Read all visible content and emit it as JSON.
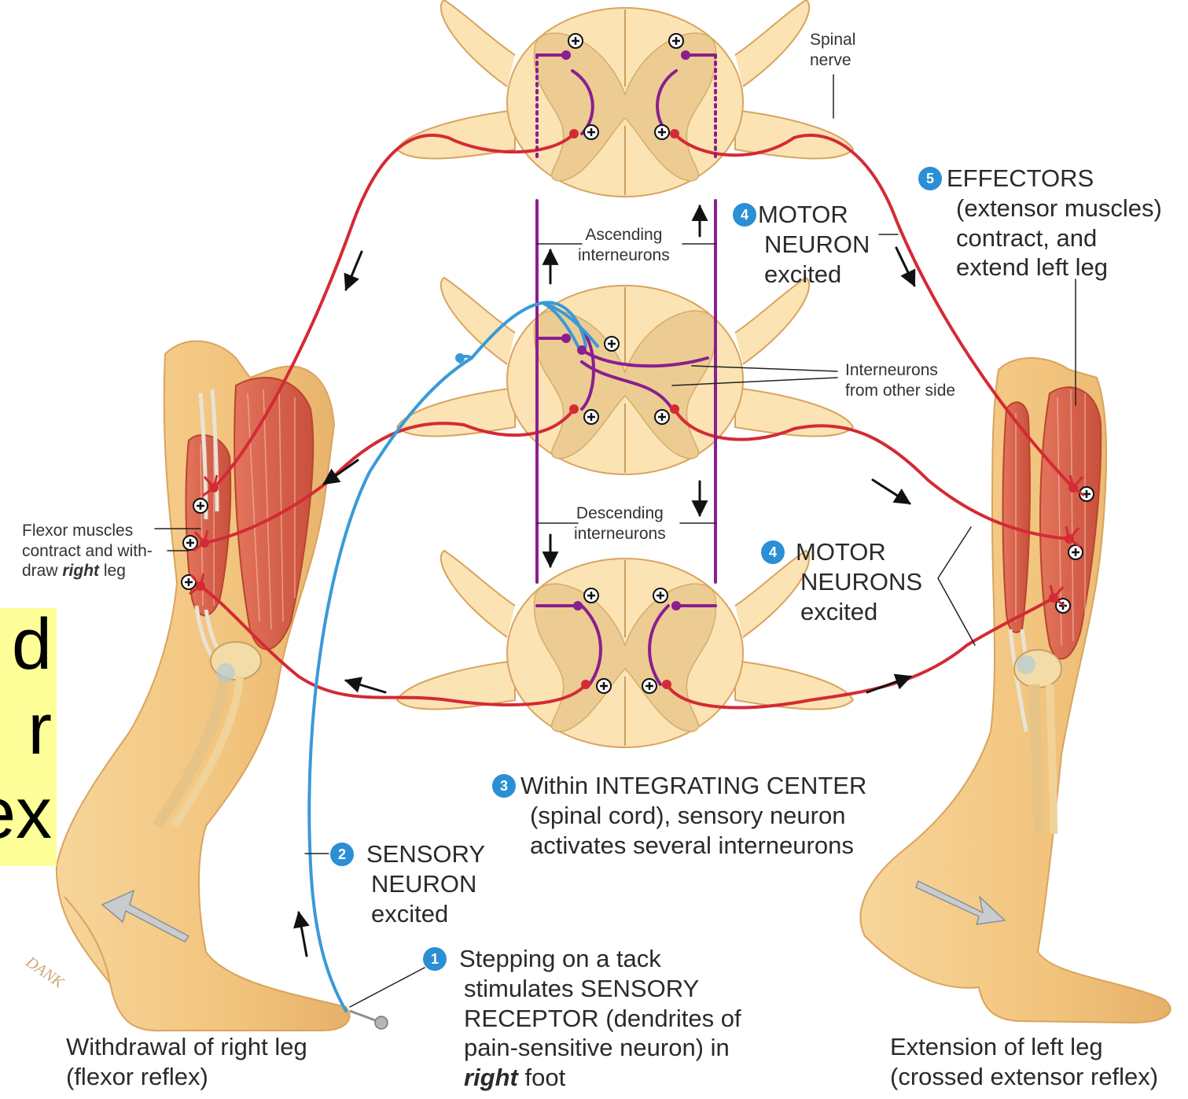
{
  "labels": {
    "spinal_nerve": [
      "Spinal",
      "nerve"
    ],
    "ascending": [
      "Ascending",
      "interneurons"
    ],
    "descending": [
      "Descending",
      "interneurons"
    ],
    "interneurons_other_side": [
      "Interneurons",
      "from other side"
    ],
    "flexor": [
      "Flexor muscles",
      "contract and with-",
      "draw ",
      "right",
      " leg"
    ],
    "step1": {
      "num": "1",
      "lines": [
        "Stepping on a tack",
        "stimulates SENSORY",
        "RECEPTOR (dendrites of",
        "pain-sensitive neuron) in"
      ],
      "last_bold": "right",
      "last_rest": " foot"
    },
    "step2": {
      "num": "2",
      "lines": [
        "SENSORY",
        "NEURON",
        "excited"
      ]
    },
    "step3": {
      "num": "3",
      "lines": [
        "Within INTEGRATING CENTER",
        "(spinal cord), sensory neuron",
        "activates several interneurons"
      ]
    },
    "step4_top": {
      "num": "4",
      "lines": [
        "MOTOR",
        "NEURON",
        "excited"
      ]
    },
    "step4_bottom": {
      "num": "4",
      "lines": [
        "MOTOR",
        "NEURONS",
        "excited"
      ]
    },
    "step5": {
      "num": "5",
      "lines": [
        "EFFECTORS",
        "(extensor muscles)",
        "contract, and",
        "extend left leg"
      ]
    },
    "withdrawal": [
      "Withdrawal of right leg",
      "(flexor reflex)"
    ],
    "extension": [
      "Extension of left leg",
      "(crossed extensor reflex)"
    ],
    "artist_signature": "DANK"
  },
  "yellow_box": [
    "d",
    "r",
    "ex"
  ],
  "colors": {
    "motor_neuron": "#d42a35",
    "sensory_neuron": "#3a9ad6",
    "interneuron": "#8a1f8f",
    "spinal_cord": "#fbe3b4",
    "grey_matter": "#eccc92",
    "muscle": "#d9604a",
    "skin": "#f5cf8a",
    "step_badge": "#2a8fd4",
    "highlight": "#ffff99"
  }
}
